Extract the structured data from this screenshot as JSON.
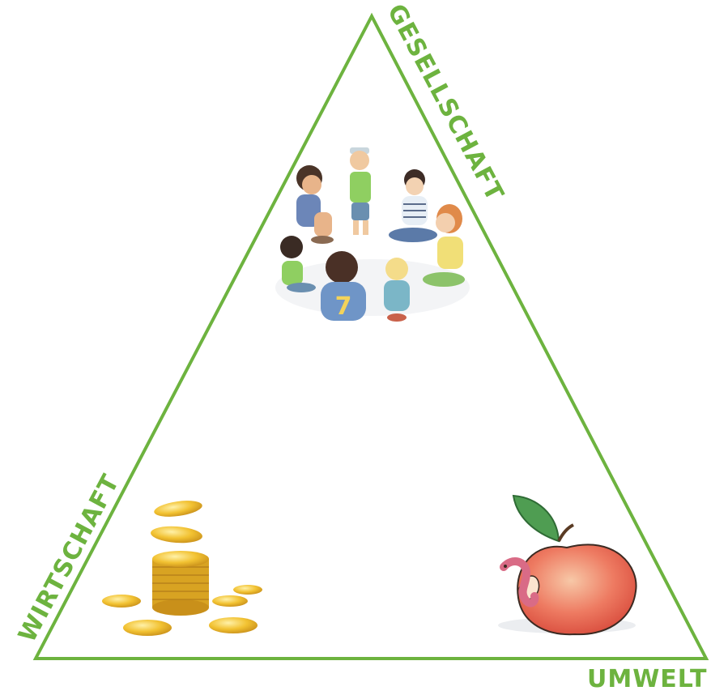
{
  "labels": {
    "top": "GESELLSCHAFT",
    "left": "WIRTSCHAFT",
    "bottom_right": "UMWELT"
  },
  "jersey_number": "7",
  "colors": {
    "triangle": "#6db33f",
    "label": "#6db33f",
    "coin": "#e9b928",
    "apple": "#e95a48",
    "leaf": "#4f9d52",
    "worm": "#d96b86"
  },
  "illustrations": {
    "top": "children-circle-illustration",
    "left": "gold-coins-illustration",
    "right": "apple-with-worm-illustration"
  }
}
